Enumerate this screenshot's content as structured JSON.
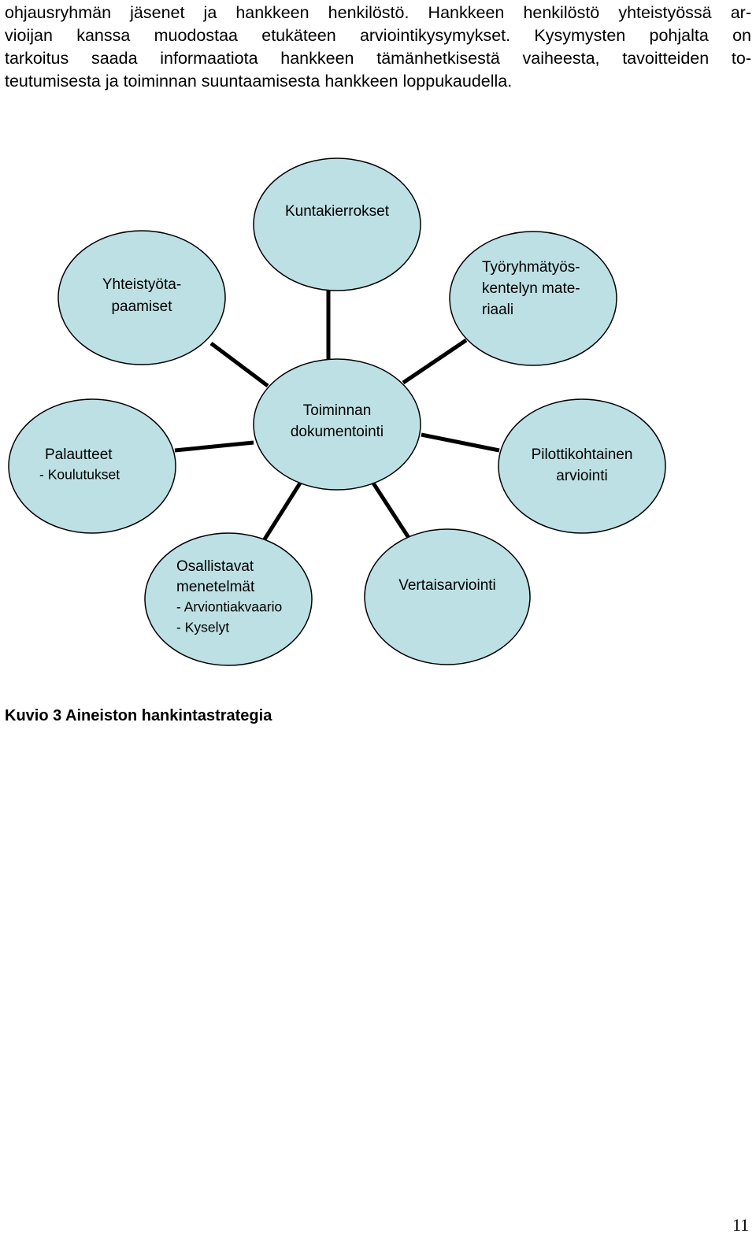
{
  "paragraph": {
    "lines": [
      "ohjausryhmän jäsenet ja hankkeen henkilöstö. Hankkeen henkilöstö yhteistyössä ar-",
      "vioijan kanssa muodostaa etukäteen arviointikysymykset. Kysymysten pohjalta on",
      "tarkoitus saada informaatiota hankkeen tämänhetkisestä vaiheesta, tavoitteiden to-",
      "teutumisesta ja toiminnan suuntaamisesta hankkeen loppukaudella."
    ]
  },
  "diagram": {
    "fill_color": "#bde0e5",
    "stroke_color": "#000000",
    "center": {
      "lines": [
        "Toiminnan",
        "dokumentointi"
      ]
    },
    "nodes": [
      {
        "id": "kuntakierrokset",
        "lines": [
          "Kuntakierrokset"
        ]
      },
      {
        "id": "yhteistyotapaamiset",
        "lines": [
          "Yhteistyöta-",
          "paamiset"
        ]
      },
      {
        "id": "tyoryhmatyoskentely",
        "lines": [
          "Työryhmätyös-",
          "kentelyn mate-",
          "riaali"
        ]
      },
      {
        "id": "palautteet",
        "lines": [
          "Palautteet",
          "- Koulutukset"
        ]
      },
      {
        "id": "pilottikohtainen",
        "lines": [
          "Pilottikohtainen",
          "arviointi"
        ]
      },
      {
        "id": "osallistavat",
        "lines": [
          "Osallistavat",
          "menetelmät",
          "-  Arviontiakvaario",
          "-  Kyselyt"
        ]
      },
      {
        "id": "vertaisarviointi",
        "lines": [
          "Vertaisarviointi"
        ]
      }
    ]
  },
  "caption": "Kuvio 3 Aineiston hankintastrategia",
  "page_number": "11"
}
